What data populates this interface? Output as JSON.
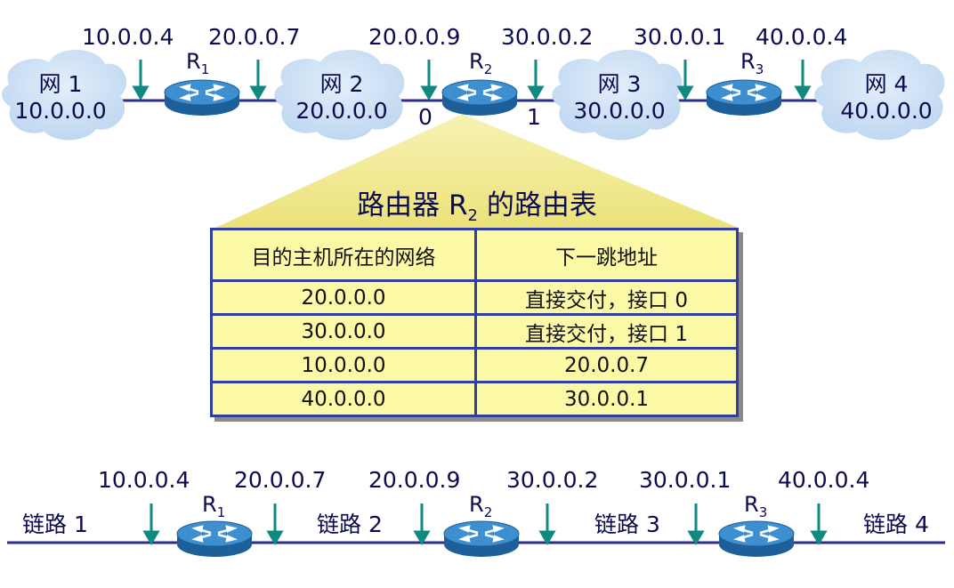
{
  "top": {
    "networks": [
      {
        "name": "网 1",
        "addr": "10.0.0.0"
      },
      {
        "name": "网 2",
        "addr": "20.0.0.0"
      },
      {
        "name": "网 3",
        "addr": "30.0.0.0"
      },
      {
        "name": "网 4",
        "addr": "40.0.0.0"
      }
    ],
    "routers": [
      {
        "name": "R",
        "sub": "1"
      },
      {
        "name": "R",
        "sub": "2"
      },
      {
        "name": "R",
        "sub": "3"
      }
    ],
    "interfaces": [
      "10.0.0.4",
      "20.0.0.7",
      "20.0.0.9",
      "30.0.0.2",
      "30.0.0.1",
      "40.0.0.4"
    ],
    "ports": [
      "0",
      "1"
    ]
  },
  "table": {
    "title_prefix": "路由器 R",
    "title_sub": "2",
    "title_suffix": " 的路由表",
    "headers": [
      "目的主机所在的网络",
      "下一跳地址"
    ],
    "rows": [
      [
        "20.0.0.0",
        "直接交付，接口 0"
      ],
      [
        "30.0.0.0",
        "直接交付，接口 1"
      ],
      [
        "10.0.0.0",
        "20.0.0.7"
      ],
      [
        "40.0.0.0",
        "30.0.0.1"
      ]
    ]
  },
  "bottom": {
    "links": [
      "链路 1",
      "链路 2",
      "链路 3",
      "链路 4"
    ],
    "routers": [
      {
        "name": "R",
        "sub": "1"
      },
      {
        "name": "R",
        "sub": "2"
      },
      {
        "name": "R",
        "sub": "3"
      }
    ],
    "interfaces": [
      "10.0.0.4",
      "20.0.0.7",
      "20.0.0.9",
      "30.0.0.2",
      "30.0.0.1",
      "40.0.0.4"
    ]
  },
  "colors": {
    "cloud": "#c8dff5",
    "router": "#2d7bbd",
    "arrow": "#0f8a80",
    "table_fill": "#fbf8a6",
    "table_border": "#2f3ea0",
    "callout": "#f2ec9a"
  }
}
